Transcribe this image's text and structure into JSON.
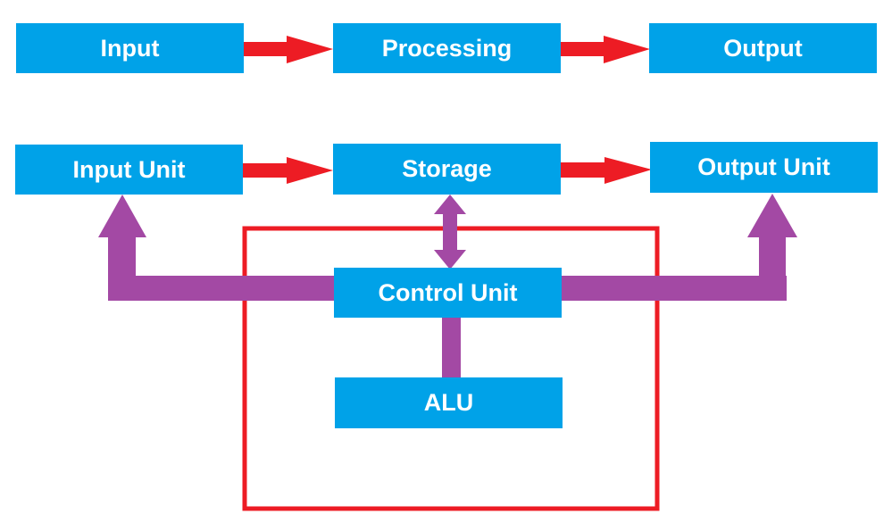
{
  "diagram": {
    "colors": {
      "box": "#00a2e8",
      "box_text": "#ffffff",
      "flow_arrow": "#ed1c24",
      "control_arrow": "#a349a4",
      "cpu_frame": "#ed1c24"
    },
    "top_row": {
      "input": "Input",
      "processing": "Processing",
      "output": "Output"
    },
    "bottom_row": {
      "input_unit": "Input Unit",
      "storage": "Storage",
      "output_unit": "Output Unit",
      "control_unit": "Control Unit",
      "alu": "ALU"
    },
    "connections": [
      {
        "from": "Input",
        "to": "Processing",
        "type": "red-arrow"
      },
      {
        "from": "Processing",
        "to": "Output",
        "type": "red-arrow"
      },
      {
        "from": "Input Unit",
        "to": "Storage",
        "type": "red-arrow"
      },
      {
        "from": "Storage",
        "to": "Output Unit",
        "type": "red-arrow"
      },
      {
        "from": "Control Unit",
        "to": "Storage",
        "type": "purple-double-arrow"
      },
      {
        "from": "Control Unit",
        "to": "Input Unit",
        "type": "purple-arrow"
      },
      {
        "from": "Control Unit",
        "to": "Output Unit",
        "type": "purple-arrow"
      },
      {
        "from": "Control Unit",
        "to": "ALU",
        "type": "purple-line"
      }
    ]
  }
}
